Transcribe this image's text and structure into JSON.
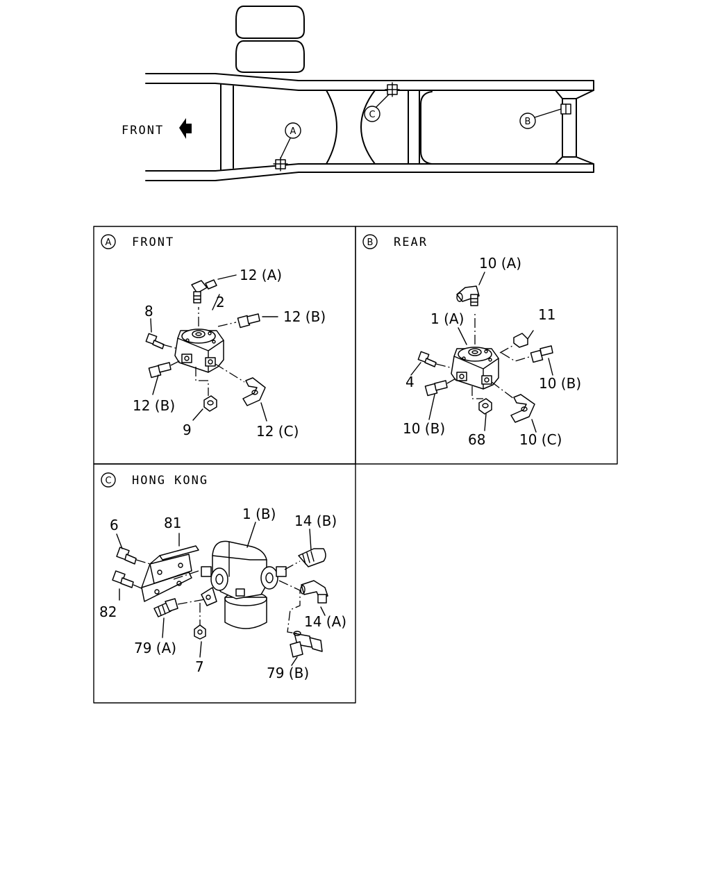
{
  "overview": {
    "front_label": "FRONT",
    "markers": {
      "a": "A",
      "b": "B",
      "c": "C"
    }
  },
  "panels": {
    "a": {
      "marker": "A",
      "title": "FRONT",
      "labels": {
        "l12a": "12 (A)",
        "l2": "2",
        "l8": "8",
        "l12b_right": "12 (B)",
        "l12b_left": "12 (B)",
        "l9": "9",
        "l12c": "12 (C)"
      }
    },
    "b": {
      "marker": "B",
      "title": "REAR",
      "labels": {
        "l10a": "10 (A)",
        "l1a": "1 (A)",
        "l11": "11",
        "l4": "4",
        "l10b_right": "10 (B)",
        "l10b_left": "10 (B)",
        "l68": "68",
        "l10c": "10 (C)"
      }
    },
    "c": {
      "marker": "C",
      "title": "HONG KONG",
      "labels": {
        "l6": "6",
        "l81": "81",
        "l1b": "1 (B)",
        "l14b": "14 (B)",
        "l82": "82",
        "l14a": "14 (A)",
        "l79a": "79 (A)",
        "l7": "7",
        "l79b": "79 (B)"
      }
    }
  }
}
